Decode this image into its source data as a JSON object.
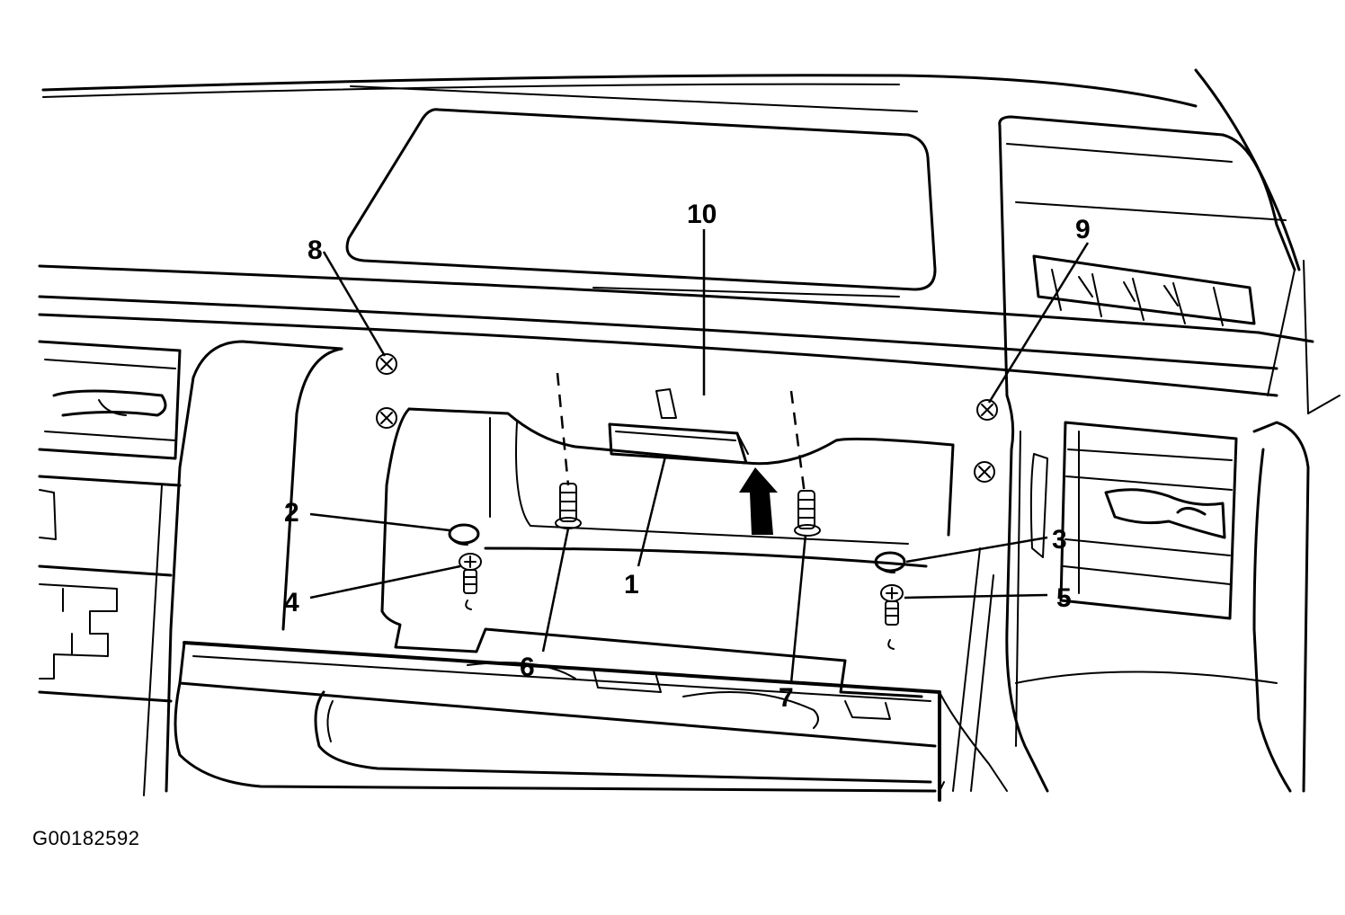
{
  "figure_id": "G00182592",
  "callouts": {
    "c1": "1",
    "c2": "2",
    "c3": "3",
    "c4": "4",
    "c5": "5",
    "c6": "6",
    "c7": "7",
    "c8": "8",
    "c9": "9",
    "c10": "10"
  }
}
